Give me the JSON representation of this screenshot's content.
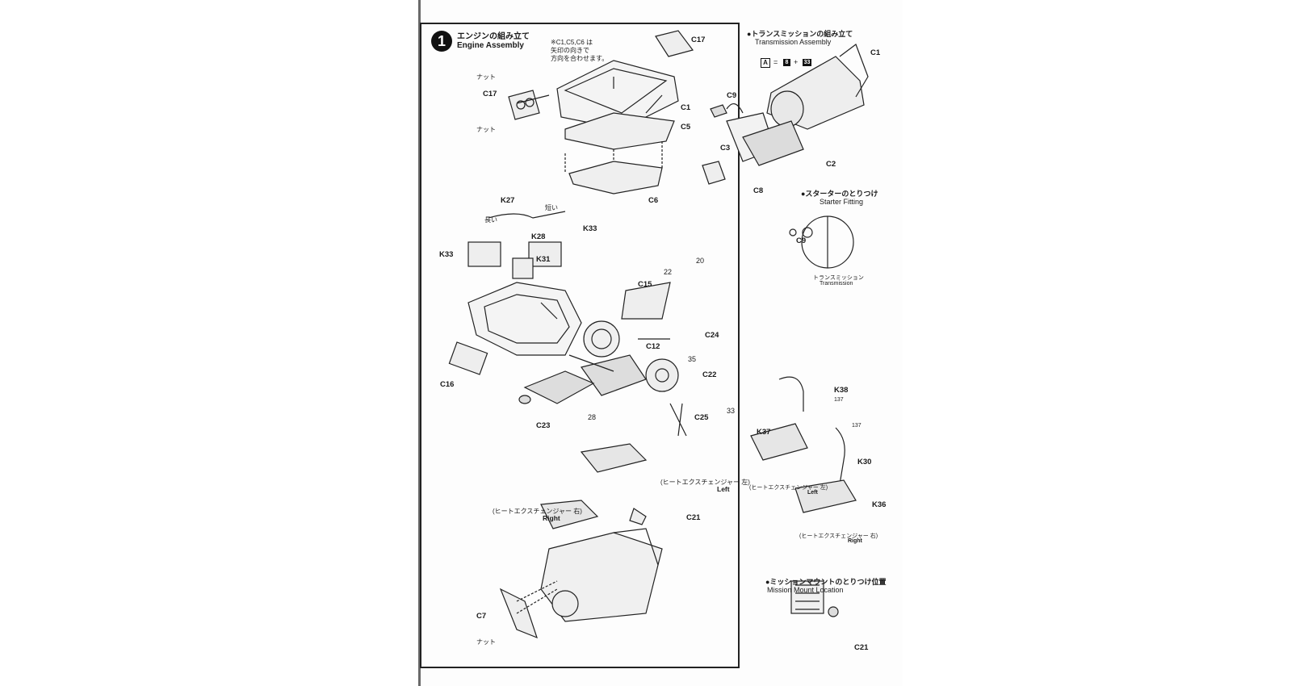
{
  "step": {
    "number": "1",
    "title_jp": "エンジンの組み立て",
    "title_en": "Engine Assembly",
    "note": [
      "※C1,C5,C6 は",
      "矢印の向きで",
      "方向を合わせます。"
    ]
  },
  "transmission": {
    "title_jp": "●トランスミッションの組み立て",
    "title_en": "Transmission Assembly",
    "formula": {
      "a": "A",
      "eq": "=",
      "plus": "+",
      "b": "8",
      "c": "33"
    }
  },
  "starter": {
    "title_jp": "●スターターのとりつけ",
    "title_en": "Starter Fitting",
    "part": "C9",
    "trans_jp": "トランスミッション",
    "trans_en": "Transmission"
  },
  "mount": {
    "title_jp": "●ミッションマウントのとりつけ位置",
    "title_en": "Mission Mount Location",
    "part": "C21"
  },
  "parts": {
    "c17a": "C17",
    "c17b": "C17",
    "c1": "C1",
    "c5": "C5",
    "c6": "C6",
    "k27": "K27",
    "k28": "K28",
    "k31": "K31",
    "k33a": "K33",
    "k33b": "K33",
    "c15": "C15",
    "c12": "C12",
    "c24": "C24",
    "c22": "C22",
    "c16": "C16",
    "c25": "C25",
    "c23": "C23",
    "c21": "C21",
    "c7": "C7",
    "tc1": "C1",
    "tc9": "C9",
    "tc3": "C3",
    "tc2": "C2",
    "tc8": "C8",
    "k38": "K38",
    "k37": "K37",
    "k30": "K30",
    "k36": "K36"
  },
  "words": {
    "nut1": "ナット",
    "nut2": "ナット",
    "nut3": "ナット",
    "long1": "長い",
    "long2": "短い",
    "hx_left_jp": "(ヒートエクスチェンジャー 左)",
    "hx_left_en": "Left",
    "hx_right_jp": "(ヒートエクスチェンジャー 右)",
    "hx_right_en": "Right",
    "hx_left2_jp": "(ヒートエクスチェンジャー 左)",
    "hx_left2_en": "Left",
    "hx_right2_jp": "(ヒートエクスチェンジャー 右)",
    "hx_right2_en": "Right",
    "n22a": "22",
    "n22b": "20",
    "n28": "28",
    "n33": "33",
    "n137a": "137",
    "n137b": "137",
    "n35": "35"
  },
  "colors": {
    "ink": "#1a1a1a",
    "frame": "#222222",
    "paper": "#fdfdfd"
  }
}
